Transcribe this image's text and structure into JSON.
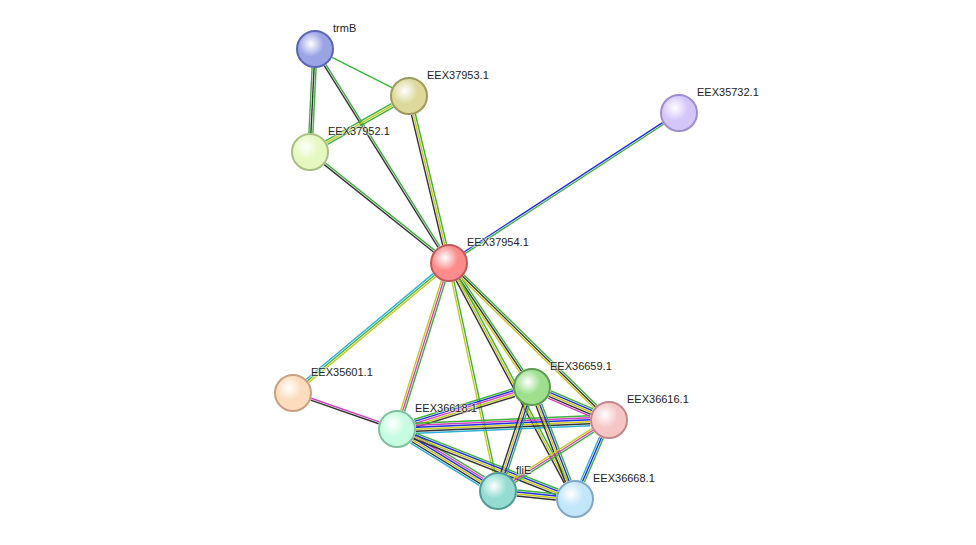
{
  "diagram": {
    "nodes": [
      {
        "text": [
          "trmB"
        ]
      },
      {
        "text": [
          "EEX37953.1"
        ]
      },
      {
        "text": [
          "EEX37952.1"
        ]
      },
      {
        "text": [
          "EEX35732.1"
        ]
      },
      {
        "text": [
          "EEX37954.1"
        ]
      },
      {
        "text": [
          "EEX35601.1"
        ]
      },
      {
        "text": [
          "EEX36618.1"
        ]
      },
      {
        "text": [
          "EEX36659.1"
        ]
      },
      {
        "text": [
          "EEX36616.1"
        ]
      },
      {
        "text": [
          "fliE"
        ]
      },
      {
        "text": [
          "EEX36668.1"
        ]
      }
    ],
    "edges": [
      {
        "from": 0,
        "to": 1,
        "arrow": "none"
      },
      {
        "from": 0,
        "to": 2,
        "arrow": "none"
      },
      {
        "from": 0,
        "to": 4,
        "arrow": "none"
      },
      {
        "from": 1,
        "to": 2,
        "arrow": "none"
      },
      {
        "from": 1,
        "to": 4,
        "arrow": "none"
      },
      {
        "from": 2,
        "to": 4,
        "arrow": "none"
      },
      {
        "from": 3,
        "to": 4,
        "arrow": "none"
      },
      {
        "from": 4,
        "to": 5,
        "arrow": "none"
      },
      {
        "from": 4,
        "to": 6,
        "arrow": "none"
      },
      {
        "from": 4,
        "to": 7,
        "arrow": "none"
      },
      {
        "from": 4,
        "to": 8,
        "arrow": "none"
      },
      {
        "from": 4,
        "to": 9,
        "arrow": "none"
      },
      {
        "from": 4,
        "to": 10,
        "arrow": "none"
      },
      {
        "from": 5,
        "to": 6,
        "arrow": "none"
      },
      {
        "from": 6,
        "to": 7,
        "arrow": "none"
      },
      {
        "from": 6,
        "to": 8,
        "arrow": "none"
      },
      {
        "from": 6,
        "to": 9,
        "arrow": "none"
      },
      {
        "from": 6,
        "to": 10,
        "arrow": "none"
      },
      {
        "from": 7,
        "to": 8,
        "arrow": "none"
      },
      {
        "from": 7,
        "to": 9,
        "arrow": "none"
      },
      {
        "from": 7,
        "to": 10,
        "arrow": "none"
      },
      {
        "from": 8,
        "to": 9,
        "arrow": "none"
      },
      {
        "from": 8,
        "to": 10,
        "arrow": "none"
      },
      {
        "from": 9,
        "to": 10,
        "arrow": "none"
      }
    ]
  }
}
